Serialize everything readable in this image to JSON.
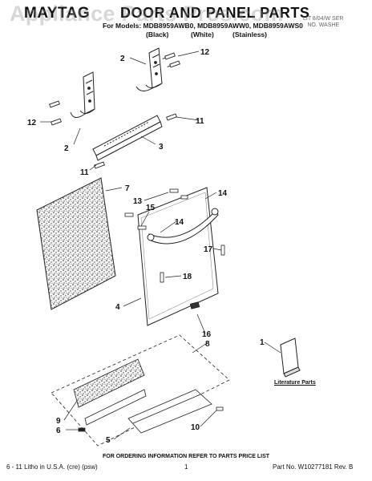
{
  "header": {
    "brand": "MAYTAG",
    "title": "DOOR AND PANEL PARTS",
    "watermark": "Appliance Parts Pros.com",
    "models_line": "For Models: MDB8959AWB0, MDB8959AWW0, MDB8959AWS0",
    "col_black": "(Black)",
    "col_white": "(White)",
    "col_stainless": "(Stainless)",
    "ref_line1": "LIT 8/04/W SER",
    "ref_line2": "NO. WASHE"
  },
  "callouts": [
    "1",
    "2",
    "2",
    "3",
    "4",
    "5",
    "6",
    "7",
    "8",
    "9",
    "10",
    "11",
    "11",
    "12",
    "12",
    "13",
    "14",
    "14",
    "15",
    "16",
    "17",
    "18"
  ],
  "literature_label": "Literature Parts",
  "footer": {
    "ordering": "FOR ORDERING INFORMATION REFER TO PARTS PRICE LIST",
    "litho": "6 - 11 Litho in U.S.A. (cre) (psw)",
    "page": "1",
    "part_no": "Part No. W10277181 Rev. B"
  }
}
